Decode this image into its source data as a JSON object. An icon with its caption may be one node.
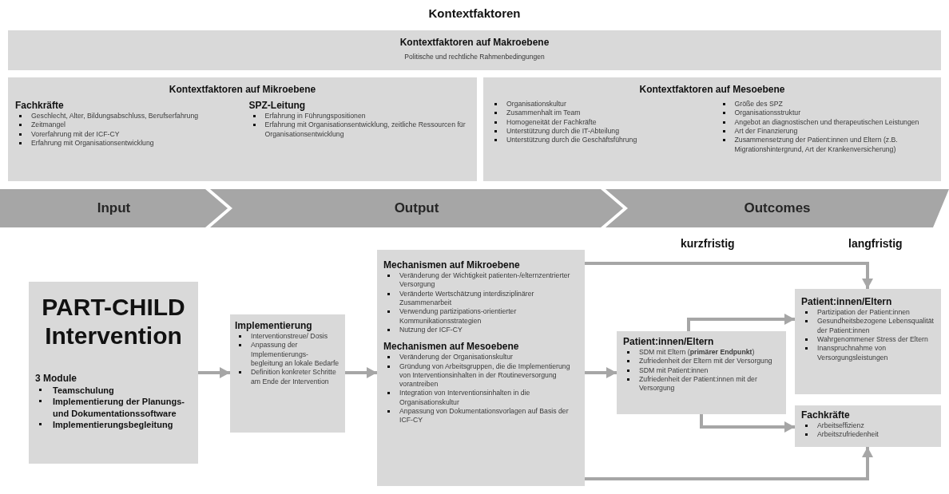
{
  "diagram": {
    "title": "Kontextfaktoren",
    "nodes": [
      {
        "text": [
          "Kontextfaktoren auf Makroebene",
          "Politische und rechtliche Rahmenbedingungen"
        ]
      },
      {
        "text": [
          "Kontextfaktoren auf Mikroebene",
          "Fachkräfte",
          "Geschlecht, Alter, Bildungsabschluss, Berufserfahrung",
          "Zeitmangel",
          "Vorerfahrung mit der ICF-CY",
          "Erfahrung mit Organisationsentwicklung",
          "SPZ-Leitung",
          "Erfahrung in Führungspositionen",
          "Erfahrung mit Organisationsentwicklung, zeitliche Ressourcen für Organisationsentwicklung"
        ]
      },
      {
        "text": [
          "Kontextfaktoren auf Mesoebene",
          "Organisationskultur",
          "Zusammenhalt im Team",
          "Homogeneität der Fachkräfte",
          "Unterstützung durch die IT-Abteilung",
          "Unterstützung durch die Geschäftsführung",
          "Größe des SPZ",
          "Organisationsstruktur",
          "Angebot an diagnostischen und therapeutischen Leistungen",
          "Art der Finanzierung",
          "Zusammensetzung der Patient:innen und Eltern (z.B. Migrationshintergrund, Art der Krankenversicherung)"
        ]
      },
      {
        "text": [
          "Input"
        ]
      },
      {
        "text": [
          "Output"
        ]
      },
      {
        "text": [
          "Outcomes"
        ]
      },
      {
        "text": [
          "PART-CHILD Intervention",
          "3 Module",
          "Teamschulung",
          "Implementierung der Planungs- und Dokumentationssoftware",
          "Implementierungsbegleitung"
        ]
      },
      {
        "text": [
          "Implementierung",
          "Interventionstreue/ Dosis",
          "Anpassung der Implementierungs-begleitung an lokale Bedarfe",
          "Definition konkreter Schritte am Ende der Intervention"
        ]
      },
      {
        "text": [
          "Mechanismen auf Mikroebene",
          "Veränderung der Wichtigkeit patienten-/elternzentrierter Versorgung",
          "Veränderte Wertschätzung interdisziplinärer Zusammenarbeit",
          "Verwendung partizipations-orientierter Kommunikationsstrategien",
          "Nutzung der ICF-CY",
          "Mechanismen auf Mesoebene",
          "Veränderung der Organisationskultur",
          "Gründung von Arbeitsgruppen, die die Implementierung von Interventionsinhalten in der Routineversorgung vorantreiben",
          "Integration von Interventionsinhalten in die Organisationskultur",
          "Anpassung von Dokumentationsvorlagen auf Basis der ICF-CY"
        ]
      },
      {
        "text": [
          "Patient:innen/Eltern",
          "SDM mit Eltern (**primärer Endpunkt**)",
          "Zufriedenheit der Eltern mit der Versorgung",
          "SDM mit Patient:innen",
          "Zufriedenheit der Patient:innen mit der Versorgung"
        ]
      },
      {
        "text": [
          "Patient:innen/Eltern",
          "Partizipation der Patient:innen",
          "Gesundheitsbezogene Lebensqualität der Patient:innen",
          "Wahrgenommener Stress der Eltern",
          "Inanspruchnahme von Versorgungsleistungen"
        ]
      },
      {
        "text": [
          "Fachkräfte",
          "Arbeitseffizienz",
          "Arbeitszufriedenheit"
        ]
      }
    ],
    "edges": [
      {
        "from": 6,
        "to": 7,
        "arrow": "to"
      },
      {
        "from": 7,
        "to": 8,
        "arrow": "to"
      },
      {
        "from": 8,
        "to": 9,
        "arrow": "to"
      },
      {
        "from": 8,
        "to": 10,
        "arrow": "to"
      },
      {
        "from": 9,
        "to": 10,
        "arrow": "to"
      },
      {
        "from": 9,
        "to": 11,
        "arrow": "to"
      },
      {
        "from": 8,
        "to": 11,
        "arrow": "to"
      }
    ],
    "labels": [
      "kurzfristig",
      "langfristig"
    ]
  }
}
